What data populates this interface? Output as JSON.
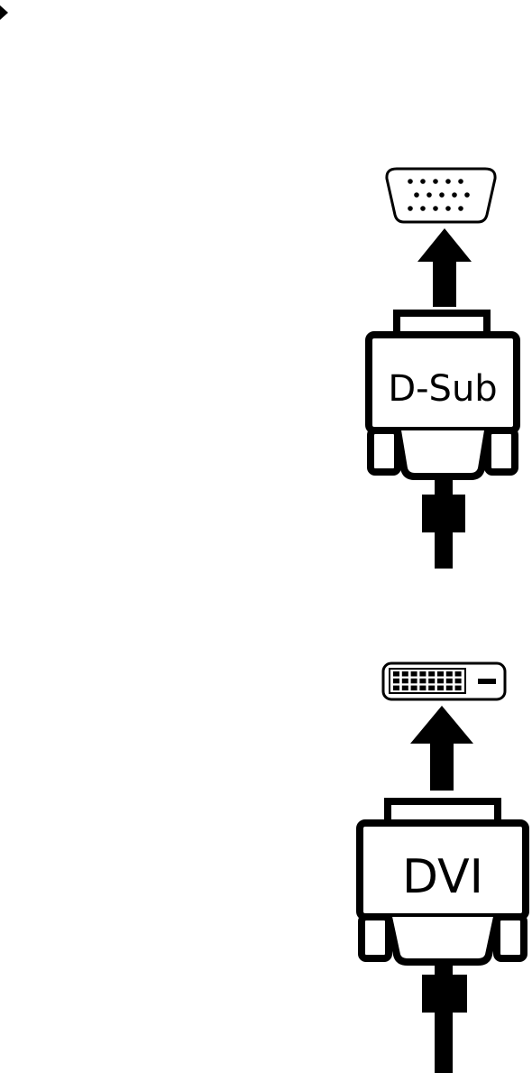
{
  "diagram": {
    "colors": {
      "ink": "#000000",
      "paper": "#ffffff"
    },
    "connectors": [
      {
        "id": "dsub",
        "label": "D-Sub",
        "port": "vga-15-pin-port"
      },
      {
        "id": "dvi",
        "label": "DVI",
        "port": "dvi-port"
      }
    ]
  }
}
